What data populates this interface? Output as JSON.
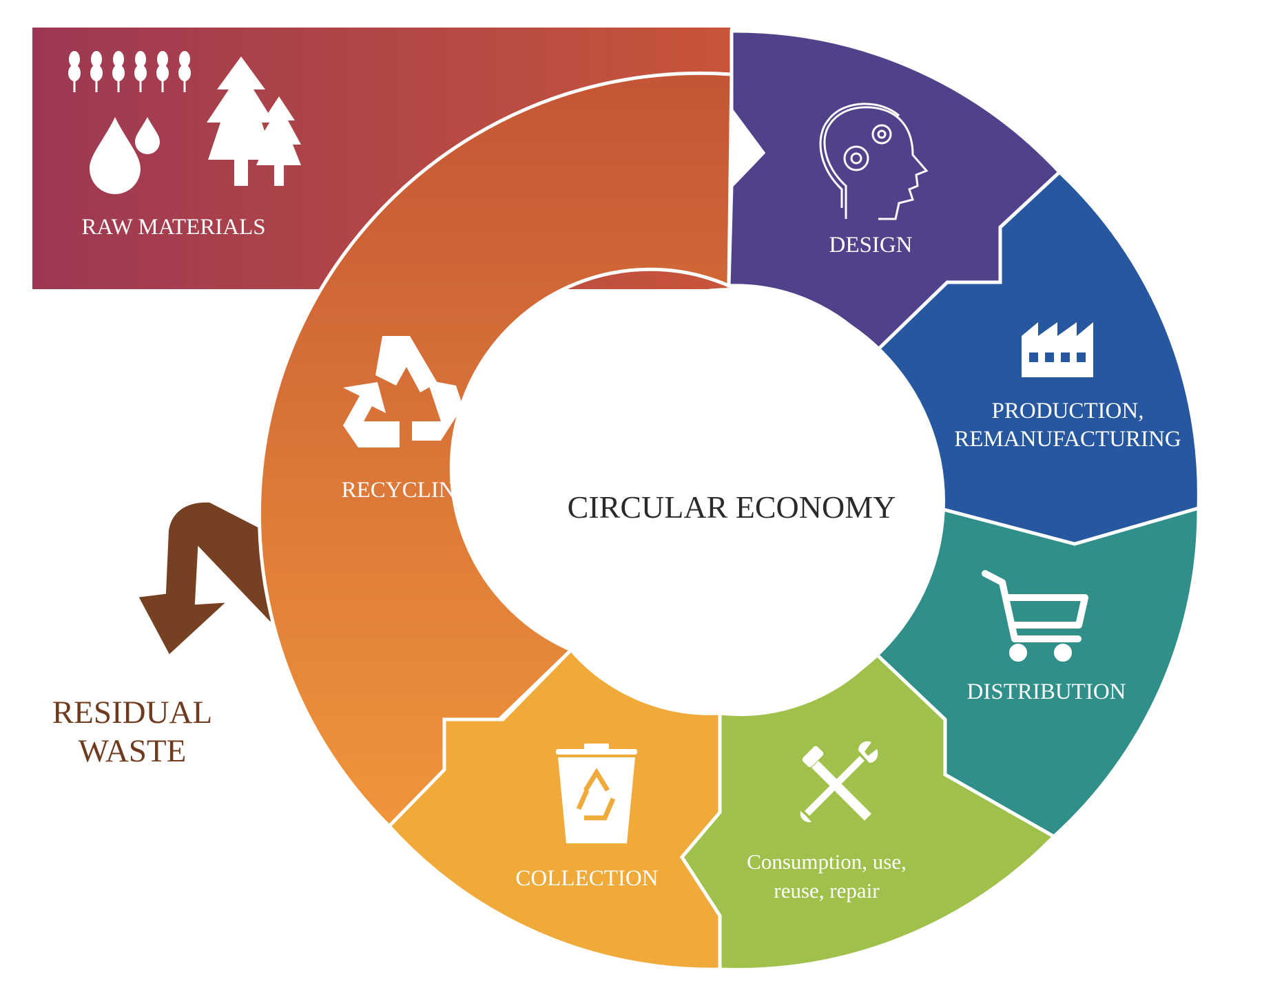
{
  "center": {
    "title": "CIRCULAR ECONOMY"
  },
  "raw_materials": {
    "label": "RAW MATERIALS",
    "icon": "raw-materials-icon",
    "color_start": "#9c3853",
    "color_end": "#c8553a"
  },
  "stages": [
    {
      "id": "design",
      "label": "DESIGN",
      "icon": "head-gears-icon",
      "color": "#51418b"
    },
    {
      "id": "production",
      "label_line1": "PRODUCTION,",
      "label_line2": "REMANUFACTURING",
      "icon": "factory-icon",
      "color": "#27589f"
    },
    {
      "id": "distribution",
      "label": "DISTRIBUTION",
      "icon": "shopping-cart-icon",
      "color": "#318f8a"
    },
    {
      "id": "consumption",
      "label_line1": "Consumption, use,",
      "label_line2": "reuse, repair",
      "icon": "tools-icon",
      "color": "#9fc14b"
    },
    {
      "id": "collection",
      "label": "COLLECTION",
      "icon": "recycle-bin-icon",
      "color": "#f0aa3a"
    },
    {
      "id": "recycling",
      "label": "RECYCLING",
      "icon": "recycle-icon",
      "color_start": "#cc5e35",
      "color_end": "#ef8c34"
    }
  ],
  "residual_waste": {
    "label_line1": "RESIDUAL",
    "label_line2": "WASTE",
    "icon": "down-arrow-icon",
    "color": "#764023"
  }
}
